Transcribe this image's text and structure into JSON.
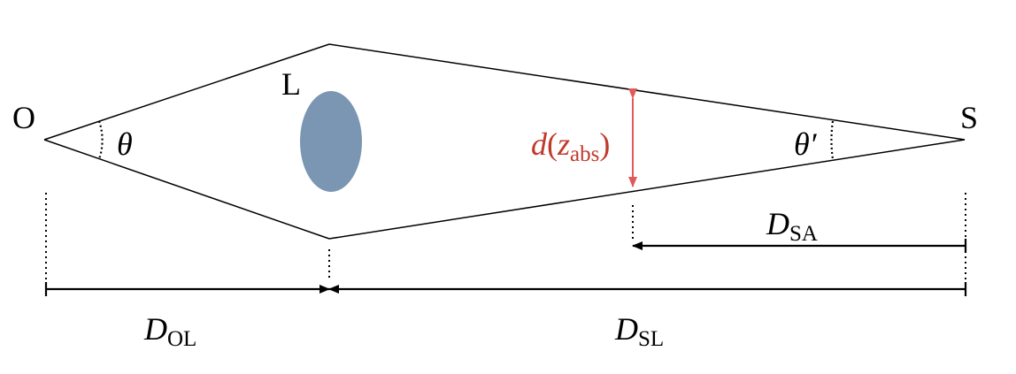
{
  "points": {
    "observer": "O",
    "lens": "L",
    "source": "S"
  },
  "angles": {
    "observer_angle": "θ",
    "source_angle": "θ′"
  },
  "separation": {
    "symbol": "d",
    "open_paren": "(",
    "variable": "z",
    "subscript": "abs",
    "close_paren": ")"
  },
  "distances": {
    "observer_lens": {
      "symbol": "D",
      "subscript": "OL"
    },
    "source_lens": {
      "symbol": "D",
      "subscript": "SL"
    },
    "source_absorber": {
      "symbol": "D",
      "subscript": "SA"
    }
  },
  "colors": {
    "lens_fill": "#7b96b3",
    "arrow_red": "#e05a5a",
    "label_red": "#c0392b",
    "line": "#000000"
  }
}
